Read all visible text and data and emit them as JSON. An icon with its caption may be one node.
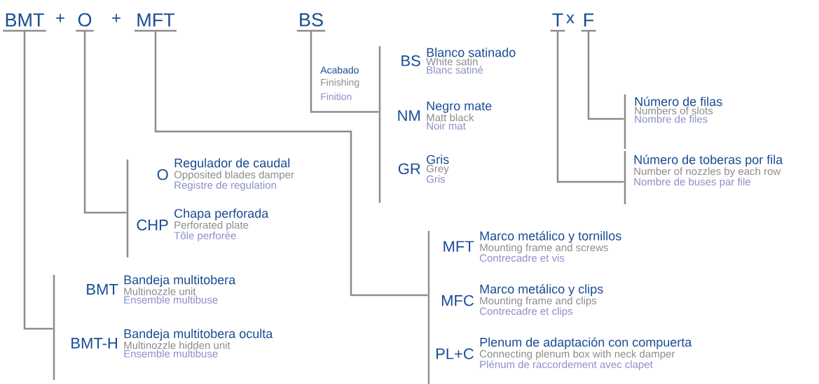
{
  "diagram": {
    "nodes": [
      {
        "text": [
          "BMT"
        ]
      },
      {
        "text": [
          "O"
        ]
      },
      {
        "text": [
          "MFT"
        ]
      },
      {
        "text": [
          "BS"
        ]
      },
      {
        "text": [
          "T"
        ]
      },
      {
        "text": [
          "F"
        ]
      },
      {
        "text": [],
        "shape": "bar"
      },
      {
        "text": [],
        "shape": "bar"
      },
      {
        "text": [],
        "shape": "bar"
      },
      {
        "text": [],
        "shape": "bar"
      },
      {
        "text": [],
        "shape": "bar"
      },
      {
        "text": [],
        "shape": "bar"
      },
      {
        "text": [
          "BS",
          "Blanco satinado",
          "White satin",
          "Blanc satiné"
        ]
      },
      {
        "text": [
          "NM",
          "Negro mate",
          "Matt black",
          "Noir mat"
        ]
      },
      {
        "text": [
          "GR",
          "Gris",
          "Grey",
          "Gris"
        ]
      },
      {
        "text": [
          "Número de filas",
          "Numbers of slots",
          "Nombre de files"
        ]
      },
      {
        "text": [
          "Número de toberas por fila",
          "Number of nozzles by each row",
          "Nombre de buses par file"
        ]
      },
      {
        "text": [
          "O",
          "Regulador de caudal",
          "Opposited blades damper",
          "Registre de regulation"
        ]
      },
      {
        "text": [
          "CHP",
          "Chapa perforada",
          "Perforated plate",
          "Tôle perforée"
        ]
      },
      {
        "text": [
          "MFT",
          "Marco metálico y tornillos",
          "Mounting frame and screws",
          "Contrecadre et vis"
        ]
      },
      {
        "text": [
          "MFC",
          "Marco metálico y clips",
          "Mounting frame and clips",
          "Contrecadre et clips"
        ]
      },
      {
        "text": [
          "PL+C",
          "Plenum de adaptación con compuerta",
          "Connecting plenum box with neck damper",
          "Plénum de raccordement avec clapet"
        ]
      },
      {
        "text": [
          "BMT",
          "Bandeja multitobera",
          "Multinozzle unit",
          "Ensemble multibuse"
        ]
      },
      {
        "text": [
          "BMT-H",
          "Bandeja multitobera oculta",
          "Multinozzle hidden unit",
          "Ensemble multibuse"
        ]
      }
    ],
    "edges": [
      {
        "from": 0,
        "to": 6,
        "arrow": "none"
      },
      {
        "from": 1,
        "to": 7,
        "arrow": "none"
      },
      {
        "from": 2,
        "to": 8,
        "arrow": "none"
      },
      {
        "from": 3,
        "to": 9,
        "arrow": "none"
      },
      {
        "from": 4,
        "to": 11,
        "arrow": "none"
      },
      {
        "from": 5,
        "to": 10,
        "arrow": "none"
      }
    ],
    "labels": [
      "+",
      "+",
      "x",
      "Acabado",
      "Finishing",
      "Finition"
    ]
  }
}
